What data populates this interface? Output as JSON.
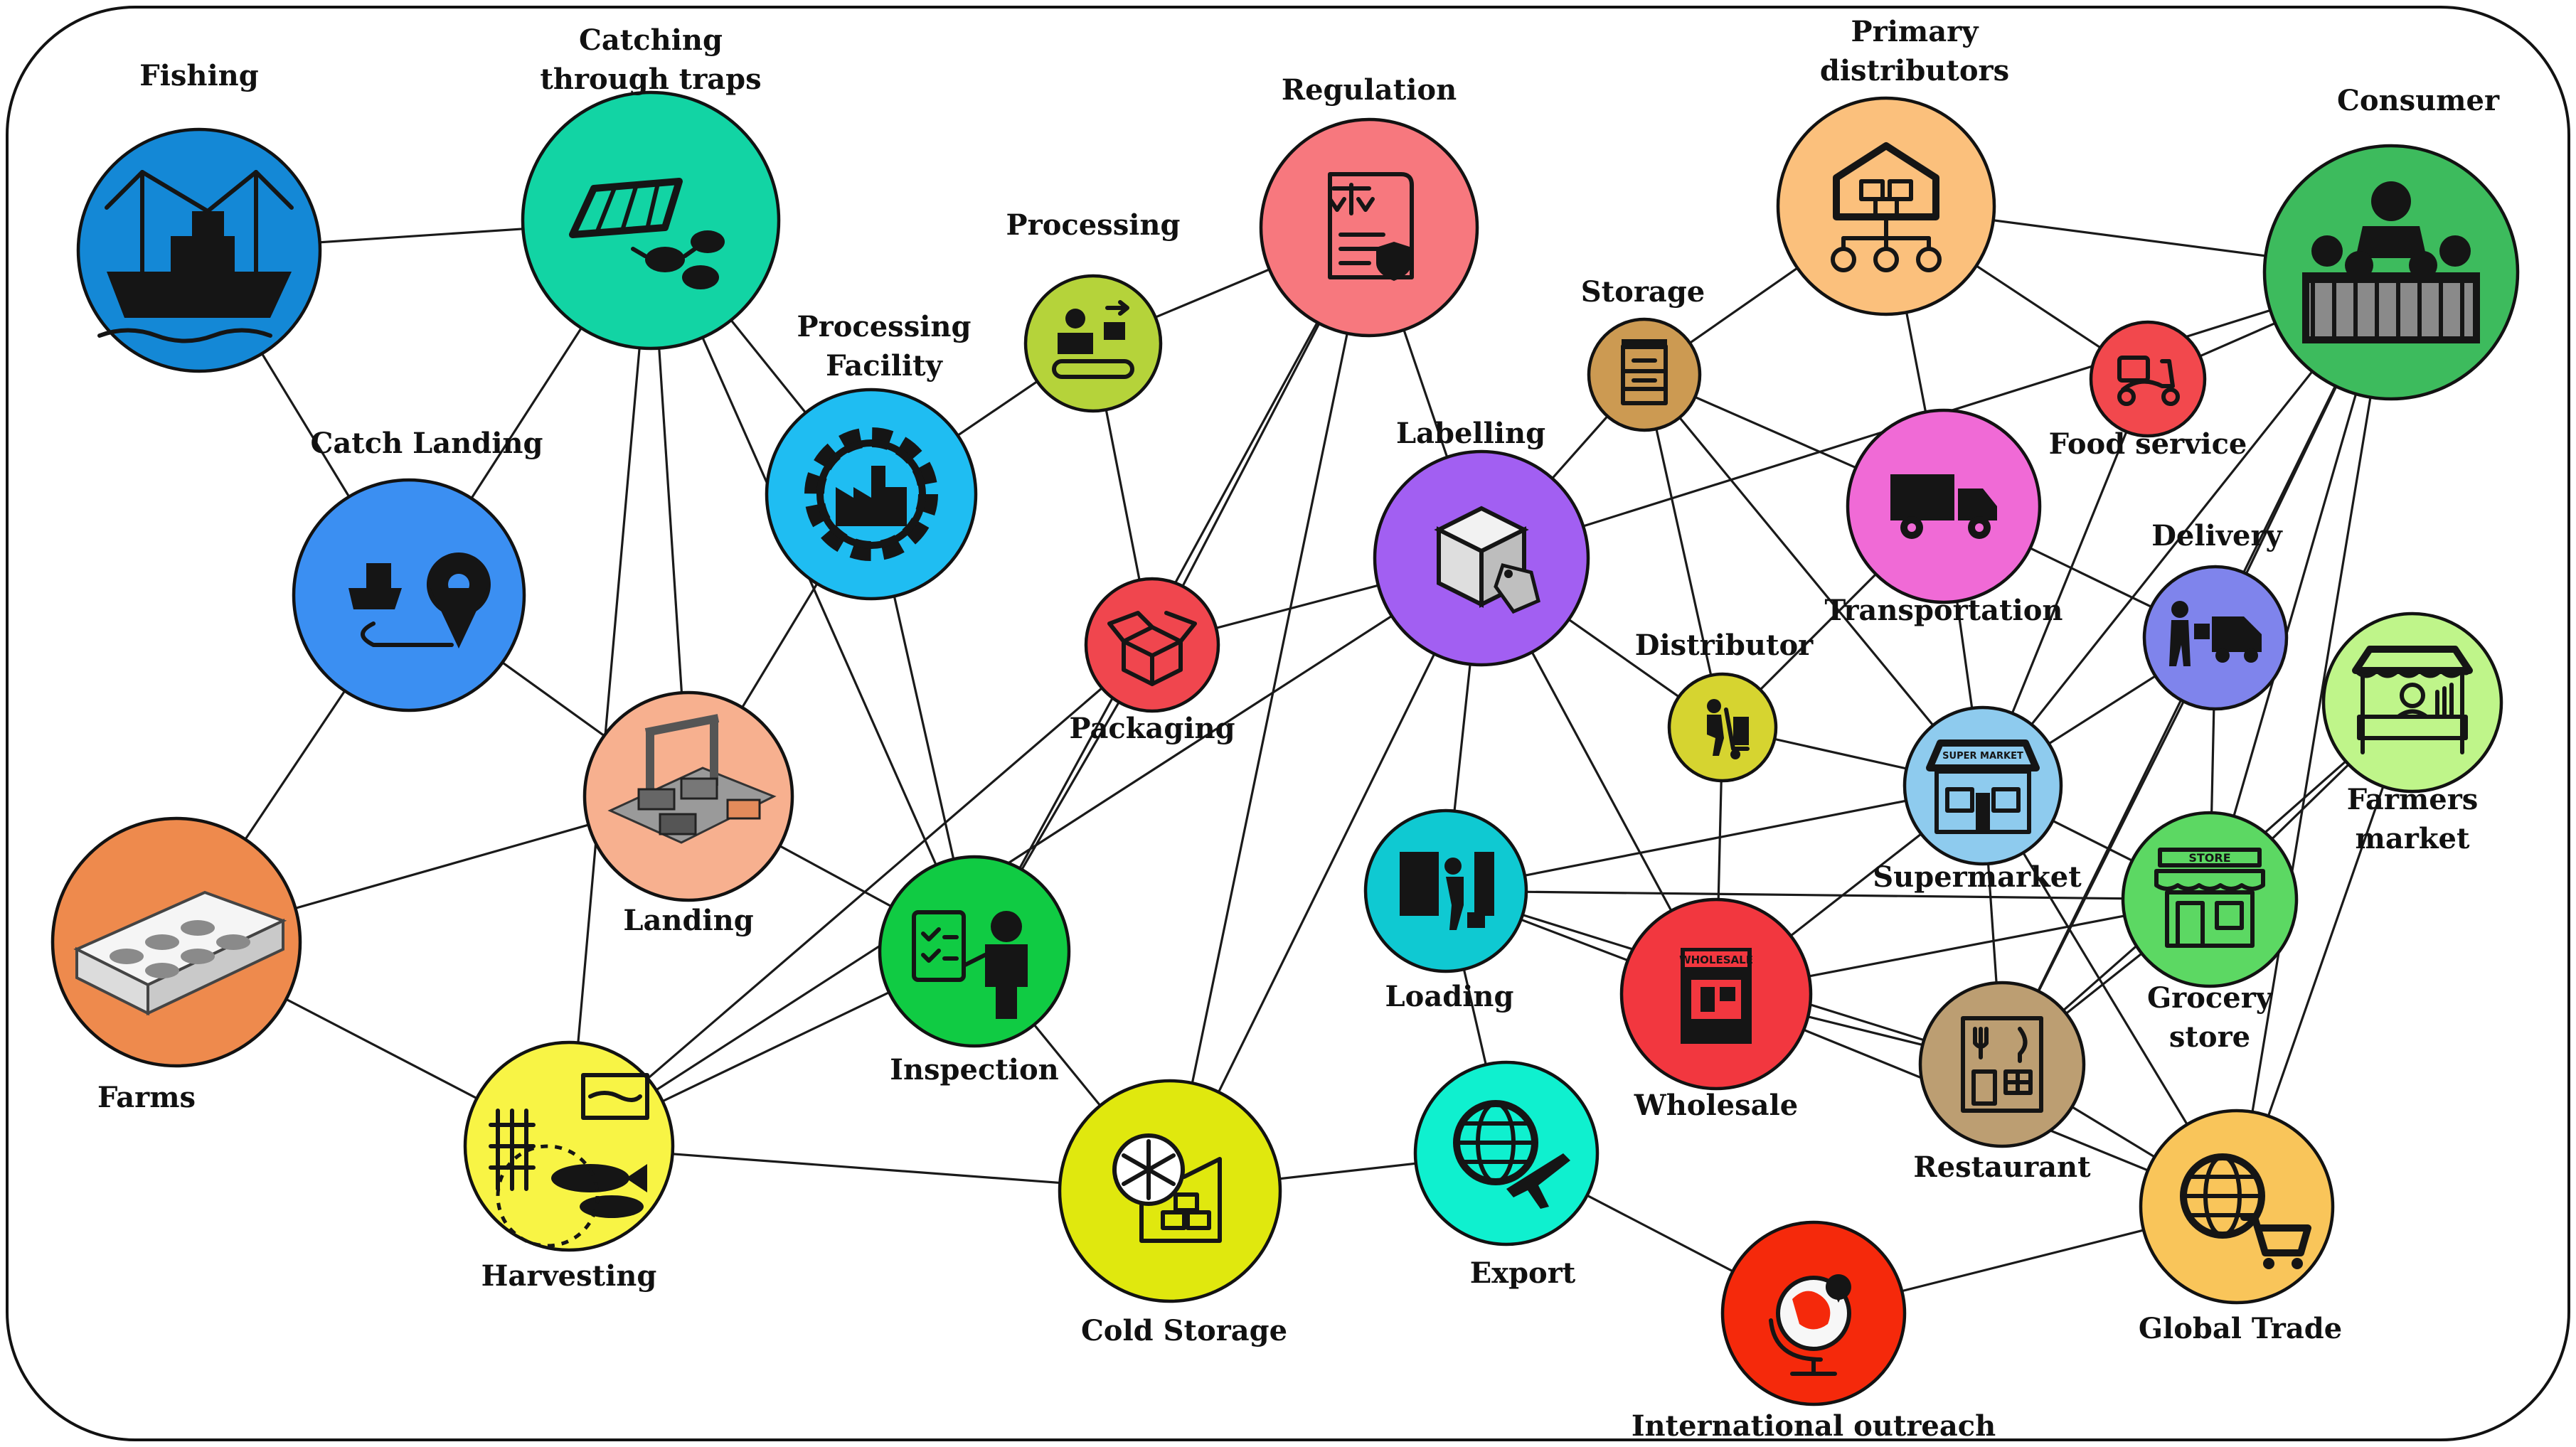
{
  "colors": {
    "fishing": "#1488d6",
    "catching": "#12d4a4",
    "catch_landing": "#3b8ff2",
    "farms": "#ee8a4d",
    "landing": "#f7b08f",
    "harvesting": "#f8f445",
    "processing_facility": "#1fbdf2",
    "processing": "#b5d33a",
    "packaging": "#f0464e",
    "inspection": "#10cb43",
    "regulation": "#f7787e",
    "cold_storage": "#e0e80e",
    "labelling": "#a25ff2",
    "loading": "#0fc9d2",
    "export": "#0ff0cf",
    "international": "#f5290b",
    "storage": "#cc9a52",
    "distributor": "#d6d430",
    "wholesale": "#f2373f",
    "primary_distributors": "#fbc07c",
    "transportation": "#f06ad6",
    "supermarket": "#8ecbee",
    "restaurant": "#bc9e72",
    "food_service": "#f2484d",
    "delivery": "#7f84ec",
    "consumer": "#3dbb5d",
    "farmers_market": "#bff58a",
    "grocery_store": "#5cd863",
    "global_trade": "#f9c55a"
  },
  "nodes": {
    "fishing": {
      "label": "Fishing",
      "icon": "fishing-boat-icon"
    },
    "catching": {
      "label1": "Catching",
      "label2": "through traps",
      "icon": "crab-trap-icon"
    },
    "catch_landing": {
      "label": "Catch Landing",
      "icon": "boat-location-pin-icon"
    },
    "farms": {
      "label": "Farms",
      "icon": "fish-farm-building-icon"
    },
    "landing": {
      "label": "Landing",
      "icon": "port-crane-icon"
    },
    "harvesting": {
      "label": "Harvesting",
      "icon": "fish-net-icon"
    },
    "processing_facility": {
      "label1": "Processing",
      "label2": "Facility",
      "icon": "factory-gear-icon"
    },
    "processing": {
      "label": "Processing",
      "icon": "conveyor-worker-icon"
    },
    "packaging": {
      "label": "Packaging",
      "icon": "open-box-icon"
    },
    "inspection": {
      "label": "Inspection",
      "icon": "inspector-checklist-icon"
    },
    "regulation": {
      "label": "Regulation",
      "icon": "scales-document-icon"
    },
    "cold_storage": {
      "label": "Cold Storage",
      "icon": "snowflake-warehouse-icon"
    },
    "labelling": {
      "label": "Labelling",
      "icon": "box-tag-icon"
    },
    "loading": {
      "label": "Loading",
      "icon": "loading-dock-icon"
    },
    "export": {
      "label": "Export",
      "icon": "globe-airplane-icon"
    },
    "international": {
      "label": "International outreach",
      "icon": "globe-pin-icon"
    },
    "storage": {
      "label": "Storage",
      "icon": "storage-cabinet-icon"
    },
    "distributor": {
      "label": "Distributor",
      "icon": "hand-truck-worker-icon"
    },
    "wholesale": {
      "label": "Wholesale",
      "icon": "wholesale-store-icon",
      "sign_text": "WHOLESALE"
    },
    "primary_distributors": {
      "label1": "Primary",
      "label2": "distributors",
      "icon": "warehouse-network-icon"
    },
    "transportation": {
      "label": "Transportation",
      "icon": "truck-icon"
    },
    "supermarket": {
      "label": "Supermarket",
      "icon": "supermarket-building-icon",
      "sign_text": "SUPER MARKET"
    },
    "restaurant": {
      "label": "Restaurant",
      "icon": "restaurant-fork-knife-icon"
    },
    "food_service": {
      "label": "Food service",
      "icon": "delivery-scooter-icon"
    },
    "delivery": {
      "label": "Delivery",
      "icon": "delivery-man-van-icon"
    },
    "consumer": {
      "label": "Consumer",
      "icon": "consumer-crowd-icon"
    },
    "farmers_market": {
      "label1": "Farmers",
      "label2": "market",
      "icon": "market-stall-icon"
    },
    "grocery_store": {
      "label1": "Grocery",
      "label2": "store",
      "icon": "store-front-icon",
      "sign_text": "STORE"
    },
    "global_trade": {
      "label": "Global Trade",
      "icon": "globe-cart-icon"
    }
  },
  "edges": [
    [
      "fishing",
      "catching"
    ],
    [
      "fishing",
      "catch_landing"
    ],
    [
      "catching",
      "catch_landing"
    ],
    [
      "catching",
      "processing_facility"
    ],
    [
      "catching",
      "landing"
    ],
    [
      "catching",
      "inspection"
    ],
    [
      "catching",
      "harvesting"
    ],
    [
      "catch_landing",
      "landing"
    ],
    [
      "catch_landing",
      "farms"
    ],
    [
      "farms",
      "landing"
    ],
    [
      "farms",
      "harvesting"
    ],
    [
      "landing",
      "processing_facility"
    ],
    [
      "landing",
      "inspection"
    ],
    [
      "harvesting",
      "inspection"
    ],
    [
      "harvesting",
      "packaging"
    ],
    [
      "harvesting",
      "labelling"
    ],
    [
      "harvesting",
      "cold_storage"
    ],
    [
      "processing_facility",
      "processing"
    ],
    [
      "processing_facility",
      "inspection"
    ],
    [
      "processing",
      "regulation"
    ],
    [
      "processing",
      "packaging"
    ],
    [
      "packaging",
      "regulation"
    ],
    [
      "packaging",
      "inspection"
    ],
    [
      "packaging",
      "labelling"
    ],
    [
      "inspection",
      "regulation"
    ],
    [
      "inspection",
      "cold_storage"
    ],
    [
      "regulation",
      "cold_storage"
    ],
    [
      "regulation",
      "labelling"
    ],
    [
      "labelling",
      "cold_storage"
    ],
    [
      "labelling",
      "loading"
    ],
    [
      "labelling",
      "wholesale"
    ],
    [
      "labelling",
      "distributor"
    ],
    [
      "labelling",
      "storage"
    ],
    [
      "labelling",
      "consumer"
    ],
    [
      "cold_storage",
      "export"
    ],
    [
      "loading",
      "export"
    ],
    [
      "loading",
      "wholesale"
    ],
    [
      "loading",
      "supermarket"
    ],
    [
      "loading",
      "restaurant"
    ],
    [
      "loading",
      "grocery_store"
    ],
    [
      "export",
      "international"
    ],
    [
      "international",
      "global_trade"
    ],
    [
      "storage",
      "primary_distributors"
    ],
    [
      "storage",
      "transportation"
    ],
    [
      "storage",
      "distributor"
    ],
    [
      "storage",
      "supermarket"
    ],
    [
      "distributor",
      "supermarket"
    ],
    [
      "distributor",
      "wholesale"
    ],
    [
      "distributor",
      "transportation"
    ],
    [
      "primary_distributors",
      "food_service"
    ],
    [
      "primary_distributors",
      "transportation"
    ],
    [
      "primary_distributors",
      "consumer"
    ],
    [
      "transportation",
      "delivery"
    ],
    [
      "transportation",
      "supermarket"
    ],
    [
      "supermarket",
      "wholesale"
    ],
    [
      "supermarket",
      "restaurant"
    ],
    [
      "supermarket",
      "grocery_store"
    ],
    [
      "supermarket",
      "delivery"
    ],
    [
      "supermarket",
      "consumer"
    ],
    [
      "supermarket",
      "global_trade"
    ],
    [
      "food_service",
      "supermarket"
    ],
    [
      "food_service",
      "consumer"
    ],
    [
      "delivery",
      "consumer"
    ],
    [
      "delivery",
      "restaurant"
    ],
    [
      "wholesale",
      "restaurant"
    ],
    [
      "wholesale",
      "grocery_store"
    ],
    [
      "wholesale",
      "global_trade"
    ],
    [
      "restaurant",
      "global_trade"
    ],
    [
      "restaurant",
      "consumer"
    ],
    [
      "restaurant",
      "grocery_store"
    ],
    [
      "grocery_store",
      "consumer"
    ],
    [
      "grocery_store",
      "farmers_market"
    ],
    [
      "grocery_store",
      "delivery"
    ],
    [
      "farmers_market",
      "global_trade"
    ],
    [
      "farmers_market",
      "restaurant"
    ],
    [
      "consumer",
      "global_trade"
    ]
  ]
}
